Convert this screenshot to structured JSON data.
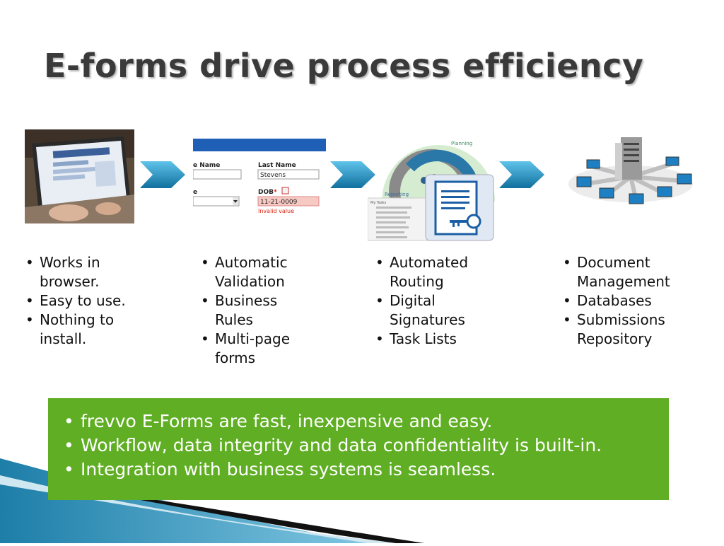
{
  "slide": {
    "title": "E-forms drive process efficiency"
  },
  "form_image": {
    "col1_header": "e Name",
    "col2_header": "Last Name",
    "last_name_value": "Stevens",
    "dob_label": "DOB",
    "dob_required": "*",
    "dob_value": "11-21-0009",
    "error_text": "Invalid value",
    "field_prefix": "e"
  },
  "routing_image": {
    "planning_label": "Planning",
    "reporting_label": "Reporting",
    "task_list_header": "My Tasks"
  },
  "columns": [
    {
      "items": [
        [
          "Works in",
          "browser."
        ],
        [
          "Easy to use."
        ],
        [
          "Nothing to",
          "install."
        ]
      ]
    },
    {
      "items": [
        [
          "Automatic",
          "Validation"
        ],
        [
          "Business",
          "Rules"
        ],
        [
          "Multi-page",
          "forms"
        ]
      ]
    },
    {
      "items": [
        [
          "Automated",
          "Routing"
        ],
        [
          "Digital",
          "Signatures"
        ],
        [
          "Task Lists"
        ]
      ]
    },
    {
      "items": [
        [
          "Document",
          "Management"
        ],
        [
          "Databases"
        ],
        [
          "Submissions",
          "Repository"
        ]
      ]
    }
  ],
  "summary": {
    "items": [
      "frevvo E-Forms are fast, inexpensive and easy.",
      "Workflow, data integrity and data confidentiality is built-in.",
      "Integration with business systems is seamless."
    ]
  },
  "colors": {
    "summary_background": "#5fae23",
    "arrow": "#1a86b8",
    "form_header": "#1f5fb6",
    "swoosh": "#2b8fb5"
  }
}
